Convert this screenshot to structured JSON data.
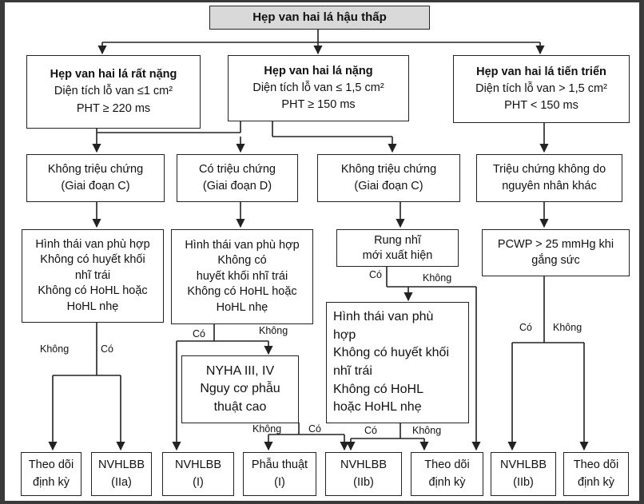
{
  "title": "Hẹp van hai lá hậu thấp",
  "severity": {
    "very_severe": {
      "name": "Hẹp van hai lá rất nặng",
      "area": "Diện tích lỗ van ≤1 cm²",
      "pht": "PHT ≥ 220 ms"
    },
    "severe": {
      "name": "Hẹp van hai lá nặng",
      "area": "Diện tích lỗ van ≤ 1,5 cm²",
      "pht": "PHT ≥ 150 ms"
    },
    "progressive": {
      "name": "Hẹp van hai lá tiến triển",
      "area": "Diện tích lỗ van > 1,5 cm²",
      "pht": "PHT < 150 ms"
    }
  },
  "stage": {
    "s1": {
      "l1": "Không triệu chứng",
      "l2": "(Giai đoạn C)"
    },
    "s2": {
      "l1": "Có triệu chứng",
      "l2": "(Giai đoạn D)"
    },
    "s3": {
      "l1": "Không triệu chứng",
      "l2": "(Giai đoạn C)"
    },
    "s4": {
      "l1": "Triệu chứng không do",
      "l2": "nguyên nhân khác"
    }
  },
  "criteria": {
    "c1": [
      "Hình thái van phù hợp",
      "Không có huyết khối",
      "nhĩ trái",
      "Không có HoHL hoặc",
      "HoHL nhẹ"
    ],
    "c2": [
      "Hình thái van phù hợp",
      "Không có",
      "huyết khối nhĩ trái",
      "Không có HoHL hoặc",
      "HoHL nhẹ"
    ],
    "af": [
      "Rung nhĩ",
      "mới xuất hiện"
    ],
    "pcwp": [
      "PCWP > 25 mmHg khi",
      "gắng sức"
    ],
    "c3": [
      "Hình thái van phù",
      "hợp",
      "Không có huyết khối",
      "nhĩ trái",
      "Không có HoHL",
      "hoặc HoHL nhẹ"
    ],
    "nyha": [
      "NYHA III, IV",
      "Nguy cơ phẫu",
      "thuật cao"
    ]
  },
  "branch_labels": {
    "yes": "Có",
    "no": "Không"
  },
  "outcomes": [
    {
      "l1": "Theo dõi",
      "l2": "định kỳ"
    },
    {
      "l1": "NVHLBB",
      "l2": "(IIa)"
    },
    {
      "l1": "NVHLBB",
      "l2": "(I)"
    },
    {
      "l1": "Phẫu thuật",
      "l2": "(I)"
    },
    {
      "l1": "NVHLBB",
      "l2": "(IIb)"
    },
    {
      "l1": "Theo dõi",
      "l2": "định kỳ"
    },
    {
      "l1": "NVHLBB",
      "l2": "(IIb)"
    },
    {
      "l1": "Theo dõi",
      "l2": "định kỳ"
    }
  ]
}
